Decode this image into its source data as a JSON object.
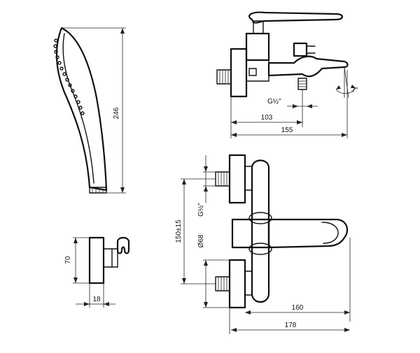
{
  "dimensions": {
    "hand_shower_length": "246",
    "holder_height": "70",
    "holder_depth": "18",
    "thread_side": "G½\"",
    "offset_103": "103",
    "depth_155": "155",
    "tilt_angle": "7°",
    "thread_front": "G½\"",
    "center_distance": "150±15",
    "flange_diameter": "Ø68",
    "spout_projection": "160",
    "total_projection": "178"
  }
}
